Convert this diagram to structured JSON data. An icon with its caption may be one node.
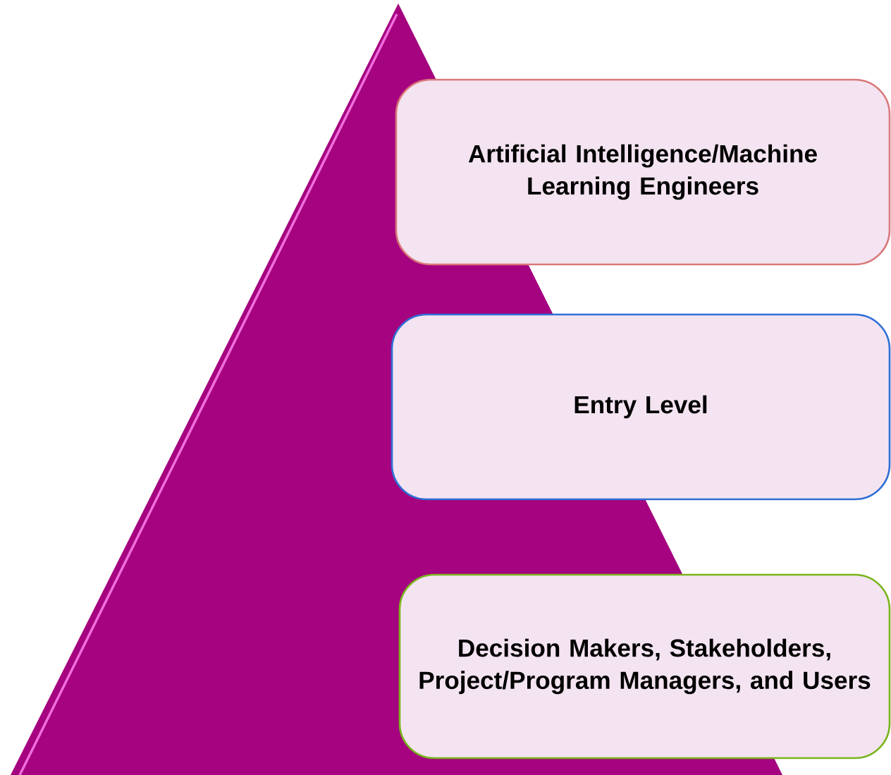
{
  "diagram": {
    "nodes": [
      {
        "text": [
          "Artificial Intelligence/Machine Learning Engineers"
        ]
      },
      {
        "text": [
          "Entry Level"
        ]
      },
      {
        "text": [
          "Decision Makers, Stakeholders, Project/Program Managers, and Users"
        ]
      }
    ]
  }
}
